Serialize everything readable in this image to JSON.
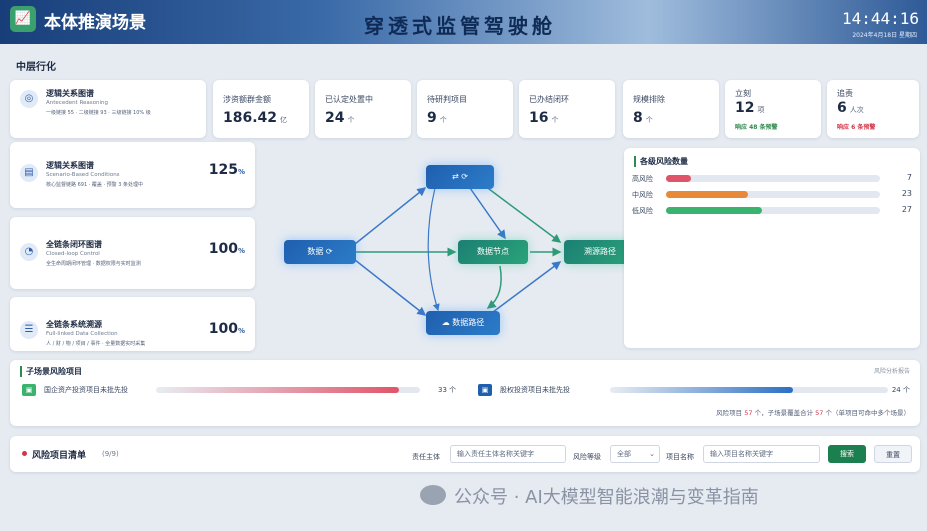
{
  "header": {
    "app_title": "本体推演场景",
    "main_title": "穿透式监管驾驶舱",
    "time": "14:44:16",
    "date": "2024年4月18日 星期四"
  },
  "section_label": "中层行化",
  "top_left_card": {
    "title": "逻辑关系图谱",
    "subtitle": "Antecedent Reasoning",
    "desc": "一级链接 55 · 二级链接 93 · 三级链接 10% 级"
  },
  "kpis": [
    {
      "label": "涉资额群金额",
      "value": "186.42",
      "unit": "亿",
      "note": ""
    },
    {
      "label": "已认定处置中",
      "value": "24",
      "unit": "个",
      "note": ""
    },
    {
      "label": "待研判项目",
      "value": "9",
      "unit": "个",
      "note": ""
    },
    {
      "label": "已办结闭环",
      "value": "16",
      "unit": "个",
      "note": ""
    },
    {
      "label": "规模排除",
      "value": "8",
      "unit": "个",
      "note": ""
    },
    {
      "label": "立刻",
      "value": "12",
      "unit": "项",
      "note": "响应 48 条预警"
    },
    {
      "label": "追责",
      "value": "6",
      "unit": "人次",
      "note": "响应 6 条预警"
    }
  ],
  "left_cards": [
    {
      "title": "逻辑关系图谱",
      "subtitle": "Scenario-Based Conditions",
      "desc": "核心监督链路 691 · 覆盖 · 预警 3 条处理中",
      "value": "125",
      "pct": "%"
    },
    {
      "title": "全链条闭环图谱",
      "subtitle": "Closed-loop Control",
      "desc": "全生命周期闭环管理 · 数据权限与实时监测",
      "value": "100",
      "pct": "%"
    },
    {
      "title": "全链条系统溯源",
      "subtitle": "Full-linked Data Collection",
      "desc": "人 / 财 / 物 / 项目 / 事件 · 全量数据实时采集",
      "value": "100",
      "pct": "%"
    }
  ],
  "flow": {
    "node_source": "数据",
    "node_top": "",
    "node_center": "数据节点",
    "node_bottom": "数据路径",
    "node_target": "溯源路径"
  },
  "risk_panel": {
    "title": "各级风险数量",
    "rows": [
      {
        "label": "高风险",
        "count": 7,
        "color": "#e0546a"
      },
      {
        "label": "中风险",
        "count": 23,
        "color": "#e8893a"
      },
      {
        "label": "低风险",
        "count": 27,
        "color": "#3ab36e"
      }
    ],
    "max": 57
  },
  "sub_risk": {
    "title": "子场景风险项目",
    "link": "风险分析报告",
    "items": [
      {
        "label": "国企资产投资项目未批先投",
        "count": "33",
        "unit": "个",
        "fill": 0.92,
        "color": "#e0546a",
        "badge_color": "#3ab36e"
      },
      {
        "label": "股权投资项目未批先投",
        "count": "24",
        "unit": "个",
        "fill": 0.66,
        "color": "#2a6fc4",
        "badge_color": "#1f5fae"
      }
    ],
    "summary_prefix": "风险项目",
    "summary_a": "57",
    "summary_mid": "个，子场景覆盖合计",
    "summary_b": "57",
    "summary_suffix": "个（单项目可命中多个场景）"
  },
  "list_bar": {
    "title": "风险项目清单",
    "count": "(9/9)",
    "owner_label": "责任主体",
    "owner_placeholder": "输入责任主体名称关键字",
    "level_label": "风险等级",
    "level_value": "全部",
    "project_label": "项目名称",
    "project_placeholder": "输入项目名称关键字",
    "search": "搜索",
    "reset": "重置"
  },
  "watermark": "公众号 · AI大模型智能浪潮与变革指南",
  "colors": {
    "accent": "#1f5fae",
    "green": "#1c7f73",
    "header": "#183e79"
  }
}
